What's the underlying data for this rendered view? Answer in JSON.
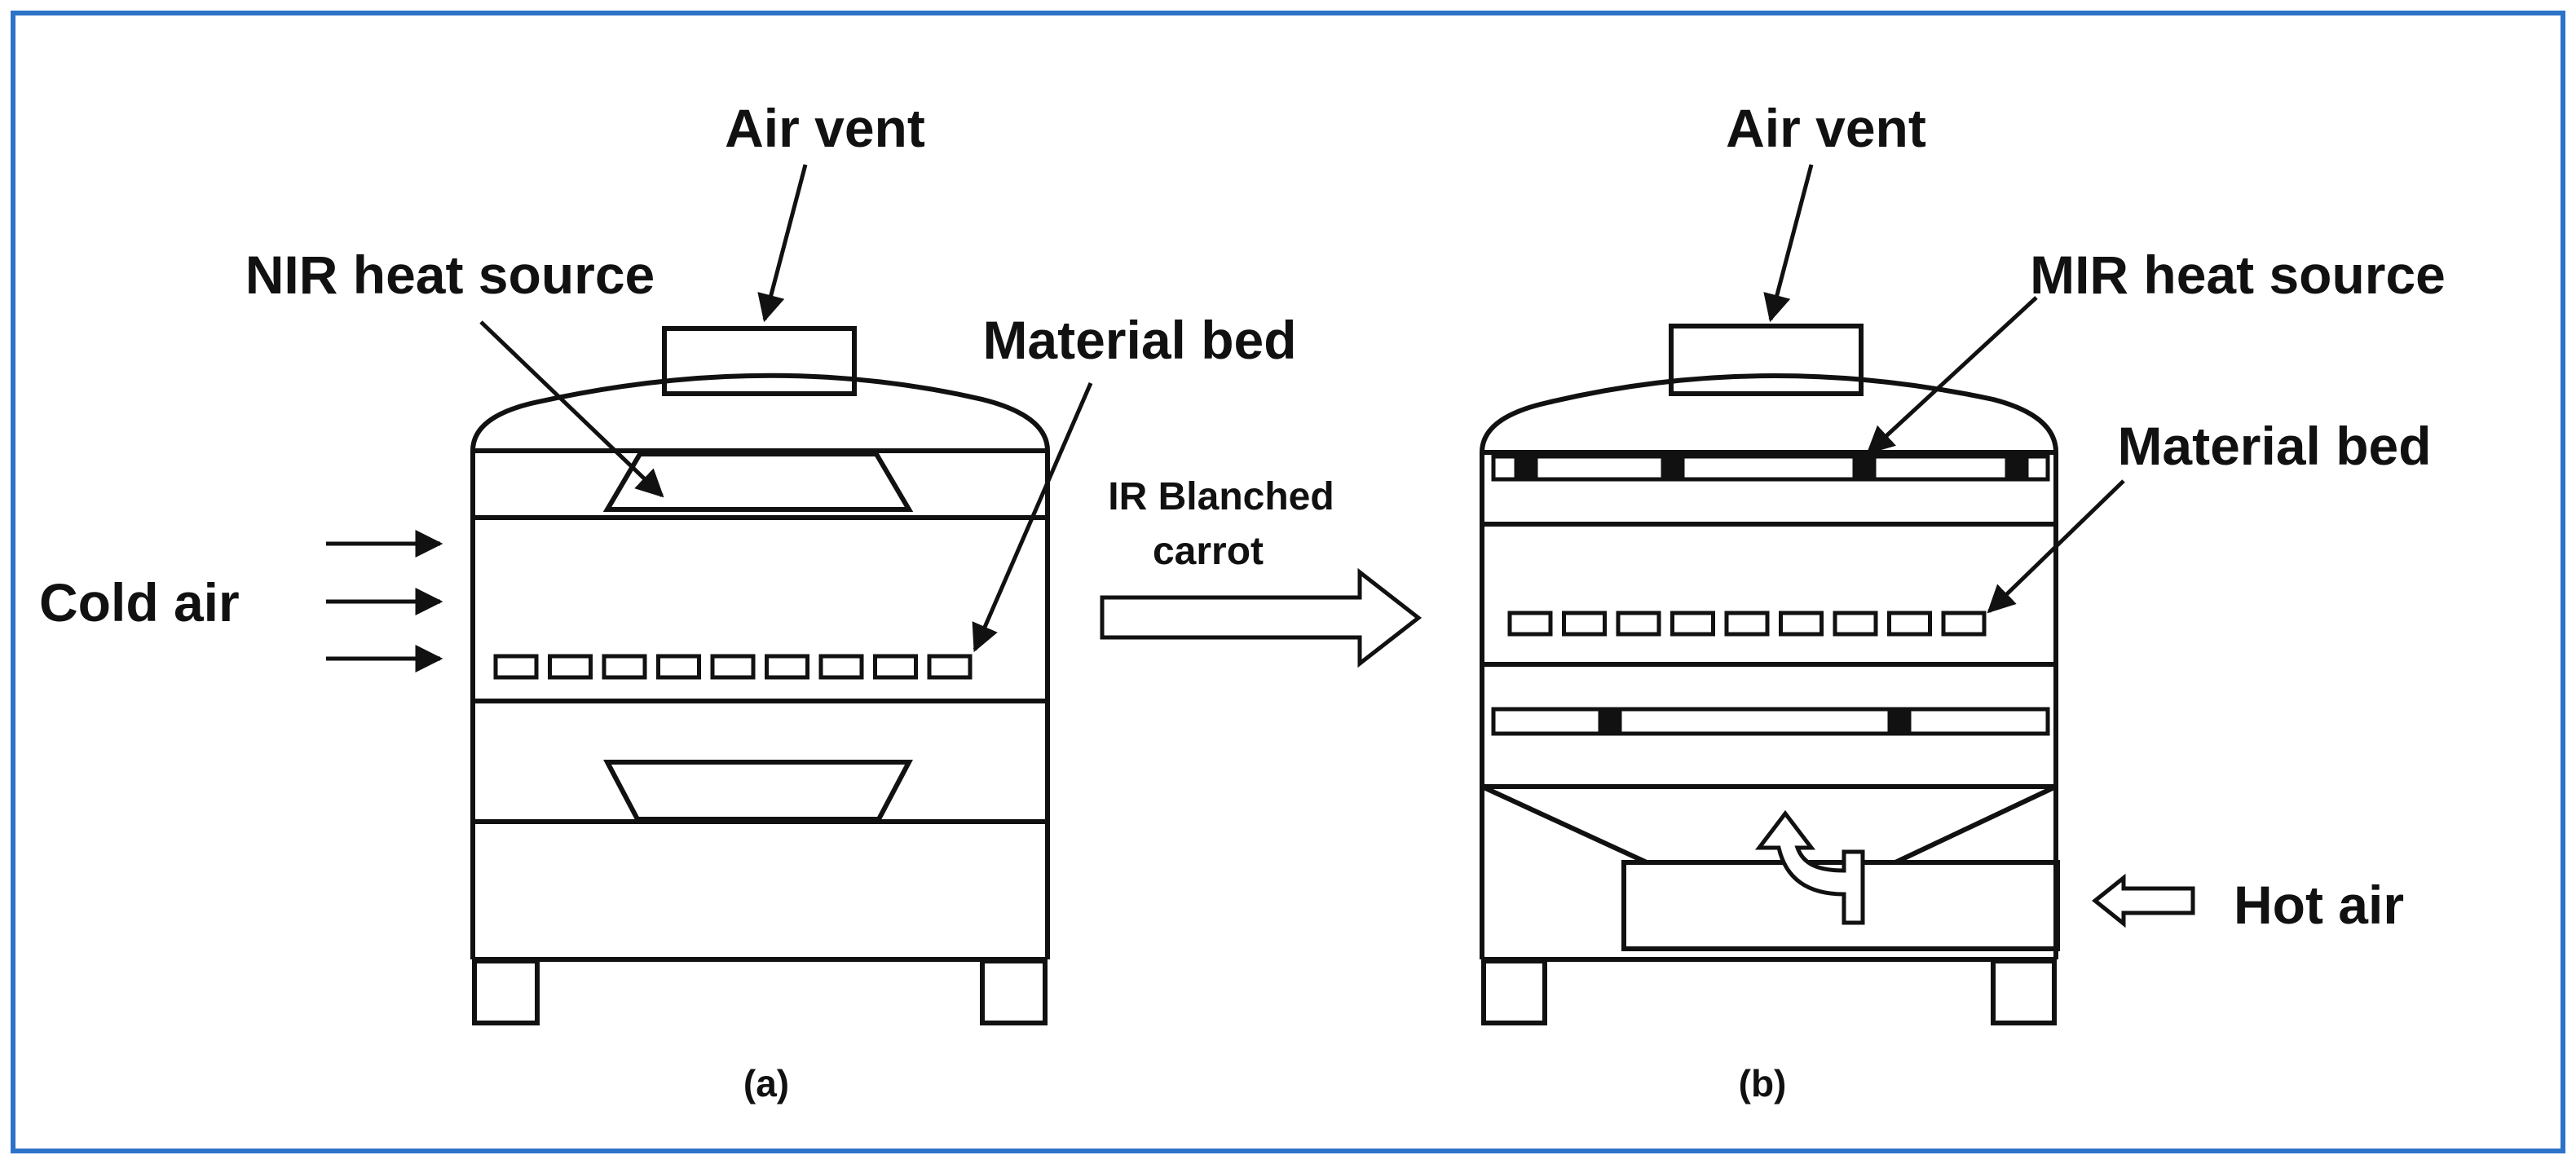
{
  "frame": {
    "border_color": "#2d73c8"
  },
  "diagram_a": {
    "air_vent_label": "Air vent",
    "heat_source_label": "NIR heat source",
    "material_bed_label": "Material bed",
    "cold_air_label": "Cold air",
    "caption": "(a)"
  },
  "transfer": {
    "label_line1": "IR Blanched",
    "label_line2": "carrot"
  },
  "diagram_b": {
    "air_vent_label": "Air vent",
    "heat_source_label": "MIR heat source",
    "material_bed_label": "Material bed",
    "hot_air_label": "Hot air",
    "caption": "(b)"
  }
}
